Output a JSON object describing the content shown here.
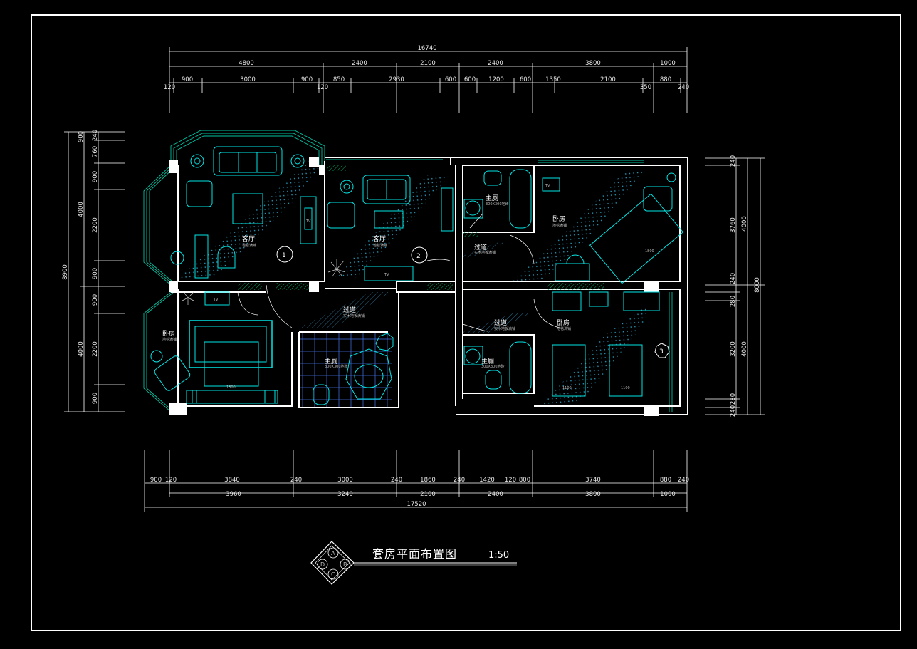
{
  "drawing": {
    "title": "套房平面布置图",
    "scale": "1:50",
    "compass": [
      "A",
      "B",
      "C",
      "D"
    ]
  },
  "dims": {
    "top_total": "16740",
    "top_row1": [
      "4800",
      "2400",
      "2100",
      "2400",
      "3800",
      "1000"
    ],
    "top_row2": [
      "120",
      "900",
      "3000",
      "900",
      "120",
      "850",
      "2930",
      "600",
      "600",
      "1200",
      "600",
      "1350",
      "2100",
      "350",
      "880",
      "240"
    ],
    "bottom_row1": [
      "900",
      "120",
      "3840",
      "240",
      "3000",
      "240",
      "1860",
      "240",
      "1420",
      "120",
      "800",
      "3740",
      "880",
      "240"
    ],
    "bottom_row2": [
      "3960",
      "3240",
      "2100",
      "2400",
      "3800",
      "1000"
    ],
    "bottom_total": "17520",
    "left_total": "8900",
    "left_mid": [
      "4000",
      "4000"
    ],
    "left_inner": [
      "240",
      "760",
      "900",
      "900",
      "2200",
      "900",
      "900",
      "2200",
      "900"
    ],
    "right_total": "8000",
    "right_mid": [
      "4000",
      "4000"
    ],
    "right_inner": [
      "240",
      "3760",
      "240",
      "280",
      "3200",
      "280",
      "240"
    ]
  },
  "rooms": {
    "living1": "客厅",
    "living1_sub": "地毯满铺",
    "living2": "客厅",
    "living2_sub": "地毯满铺",
    "master_bath": "主厕",
    "master_bath_sub": "300X300地砖",
    "corridor1": "过道",
    "corridor1_sub": "实木地板满铺",
    "bedroom_main": "卧房",
    "bedroom_main_sub": "地毯满铺",
    "bedroom_left": "卧房",
    "bedroom_left_sub": "地毯满铺",
    "corridor2": "过道",
    "corridor2_sub": "实木地板满铺",
    "bath_lower": "主厕",
    "bath_lower_sub": "300X300地砖",
    "corridor3": "过道",
    "corridor3_sub": "实木地板满铺",
    "bath_right": "主厕",
    "bath_right_sub": "300X300地砖",
    "bedroom_right": "卧房",
    "bedroom_right_sub": "地毯满铺"
  },
  "labels": {
    "tv": "TV",
    "bed_1800a": "1800",
    "bed_1800b": "1800",
    "bed_1100a": "1100",
    "bed_1100b": "1100",
    "marker1": "1",
    "marker2": "2",
    "marker3": "3"
  },
  "colors": {
    "background": "#000000",
    "frame": "#ffffff",
    "wall": "#ffffff",
    "furniture": "#00e5e5",
    "window": "#00c0a0",
    "dimension": "#ffffff"
  }
}
